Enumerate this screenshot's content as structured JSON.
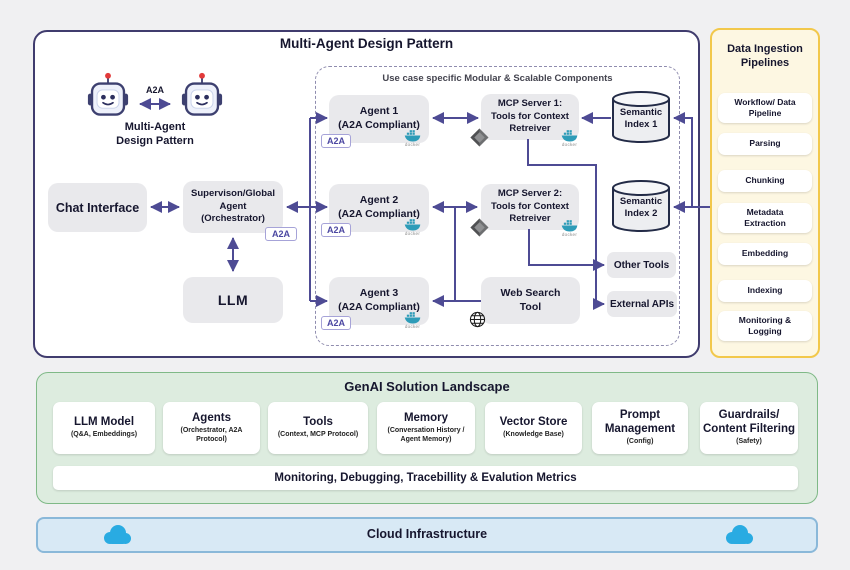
{
  "colors": {
    "arrow_purple": "#4e4b94",
    "panel_border_navy": "#403c6e",
    "node_box_gray": "#e9e9ec",
    "a2a_badge_purple": "#4b47a1",
    "ingestion_bg": "#fdf7e2",
    "ingestion_border": "#f2c84b",
    "genai_bg": "#ddecdf",
    "genai_border": "#7fb987",
    "cloud_bg": "#d8e9f5",
    "cloud_border": "#8ab8d9",
    "cloud_icon_blue": "#29abe2",
    "docker_teal": "#2e9cb8",
    "robot_antenna_red": "#e23a3a"
  },
  "labels": {
    "a2a": "A2A",
    "docker": "docker"
  },
  "main": {
    "title": "Multi-Agent Design Pattern",
    "robot_caption": "Multi-Agent Design Pattern",
    "chat_interface": "Chat Interface",
    "supervisor_lines": [
      "Supervison/Global",
      "Agent",
      "(Orchestrator)"
    ],
    "llm": "LLM",
    "modular_title": "Use case specific Modular & Scalable Components",
    "agents": [
      {
        "name": "Agent 1",
        "sub": "(A2A Compliant)"
      },
      {
        "name": "Agent 2",
        "sub": "(A2A Compliant)"
      },
      {
        "name": "Agent 3",
        "sub": "(A2A Compliant)"
      }
    ],
    "mcp_servers": [
      {
        "lines": [
          "MCP Server 1:",
          "Tools for Context",
          "Retreiver"
        ]
      },
      {
        "lines": [
          "MCP Server 2:",
          "Tools for Context",
          "Retreiver"
        ]
      }
    ],
    "web_search": "Web Search Tool",
    "semantic_indexes": [
      {
        "lines": [
          "Semantic",
          "Index 1"
        ]
      },
      {
        "lines": [
          "Semantic",
          "Index 2"
        ]
      }
    ],
    "other_tools": "Other Tools",
    "external_apis": "External APIs"
  },
  "ingestion": {
    "title": "Data Ingestion Pipelines",
    "steps": [
      "Workflow/ Data Pipeline",
      "Parsing",
      "Chunking",
      "Metadata Extraction",
      "Embedding",
      "Indexing",
      "Monitoring & Logging"
    ]
  },
  "genai": {
    "title": "GenAI Solution Landscape",
    "components": [
      {
        "name": "LLM Model",
        "sub": "(Q&A, Embeddings)"
      },
      {
        "name": "Agents",
        "sub": "(Orchestrator, A2A Protocol)"
      },
      {
        "name": "Tools",
        "sub": "(Context, MCP Protocol)"
      },
      {
        "name": "Memory",
        "sub": "(Conversation History / Agent Memory)"
      },
      {
        "name": "Vector Store",
        "sub": "(Knowledge Base)"
      },
      {
        "name": "Prompt Management",
        "sub": "(Config)"
      },
      {
        "name": "Guardrails/ Content Filtering",
        "sub": "(Safety)"
      }
    ],
    "monitoring_bar": "Monitoring, Debugging, Tracebillity & Evalution Metrics"
  },
  "cloud": {
    "label": "Cloud Infrastructure"
  }
}
